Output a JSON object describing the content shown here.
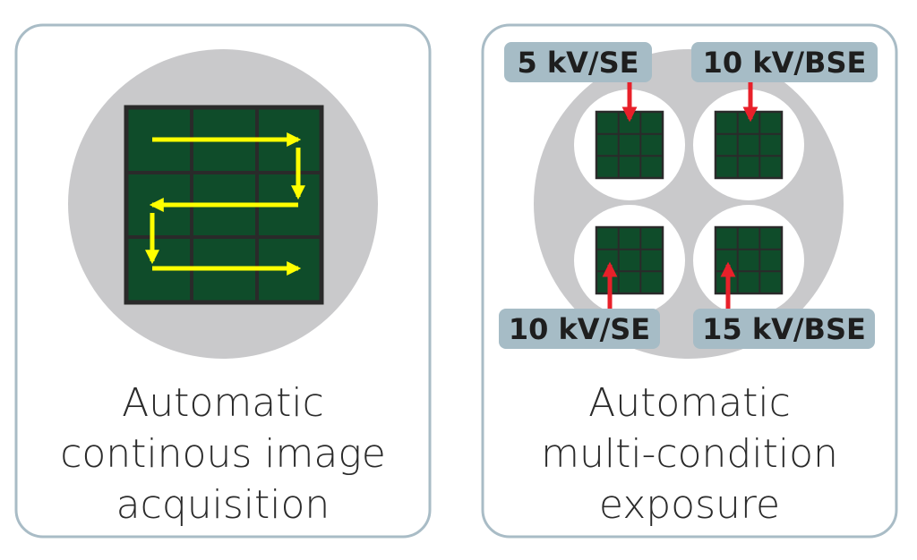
{
  "panels": [
    {
      "caption_lines": [
        "Automatic",
        "continous image",
        "acquisition"
      ]
    },
    {
      "caption_lines": [
        "Automatic",
        "multi-condition",
        "exposure"
      ],
      "conditions": [
        {
          "label": "5 kV/SE"
        },
        {
          "label": "10 kV/BSE"
        },
        {
          "label": "10 kV/SE"
        },
        {
          "label": "15 kV/BSE"
        }
      ]
    }
  ],
  "colors": {
    "panel_border": "#a9bcc6",
    "disc": "#c9c9cb",
    "tile_fill": "#0f4c2a",
    "tile_grid": "#2a2a2a",
    "scan_arrow": "#ffff00",
    "tag_fill": "#a6bcc6",
    "pointer_arrow": "#e8202a"
  }
}
